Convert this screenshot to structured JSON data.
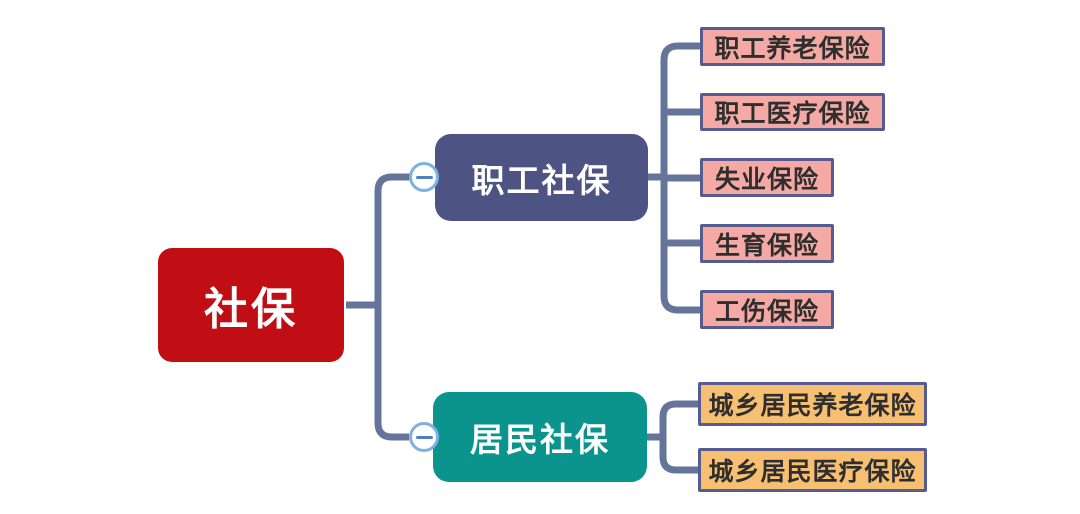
{
  "diagram": {
    "type": "mindmap",
    "root": {
      "label": "社保",
      "color": "#c10e14"
    },
    "branches": [
      {
        "label": "职工社保",
        "color": "#4d5382",
        "collapse_icon": "minus",
        "child_color": "#f5a9a4",
        "children": [
          {
            "label": "职工养老保险"
          },
          {
            "label": "职工医疗保险"
          },
          {
            "label": "失业保险"
          },
          {
            "label": "生育保险"
          },
          {
            "label": "工伤保险"
          }
        ]
      },
      {
        "label": "居民社保",
        "color": "#0b938d",
        "collapse_icon": "minus",
        "child_color": "#f7bf72",
        "children": [
          {
            "label": "城乡居民养老保险"
          },
          {
            "label": "城乡居民医疗保险"
          }
        ]
      }
    ],
    "colors": {
      "background": "#ffffff",
      "connector": "#64749a",
      "leaf_border": "#575c90",
      "leaf_text": "#2e2e2e",
      "collapse_border": "#7fb0e3",
      "collapse_minus": "#4c82c4",
      "node_text": "#ffffff"
    }
  }
}
